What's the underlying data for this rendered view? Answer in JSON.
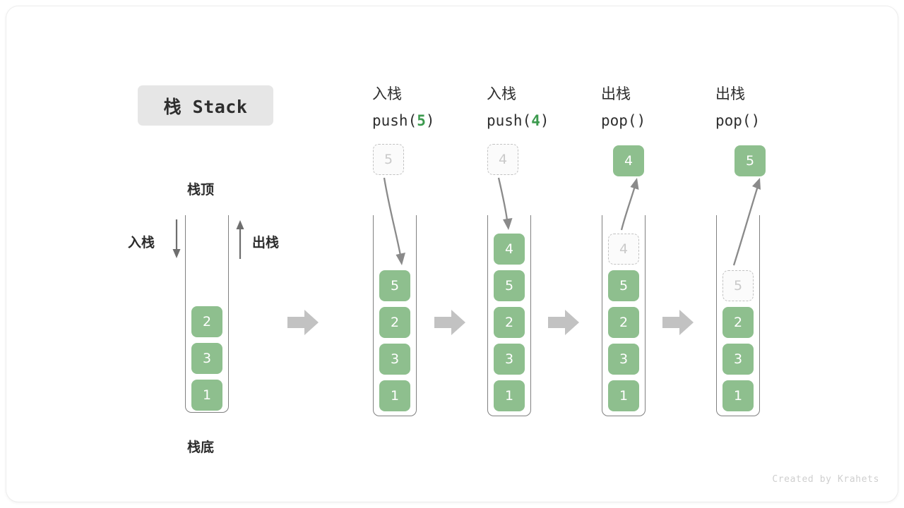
{
  "title": {
    "badge_label": "栈 Stack"
  },
  "legend": {
    "top_label": "栈顶",
    "bottom_label": "栈底",
    "push_label": "入栈",
    "pop_label": "出栈"
  },
  "credit": "Created by Krahets",
  "colors": {
    "cell_fill": "#8ebf8e",
    "cell_text": "#ffffff",
    "ghost_fill": "#fbfbfb",
    "ghost_border": "#c2c2c2",
    "ghost_text": "#c9c9c9",
    "badge_bg": "#e6e6e6",
    "arrow_gray": "#bdbdbd",
    "curve_arrow": "#6e6e6e",
    "accent_green": "#3c9a4e",
    "container_border": "#808080"
  },
  "stages": [
    {
      "id": "initial",
      "op_cn": "",
      "op_code": "",
      "op_code_num": "",
      "floating": null,
      "cells": [
        "2",
        "3",
        "1"
      ],
      "ghost_in_stack": null
    },
    {
      "id": "push-5",
      "op_cn": "入栈",
      "op_code_prefix": "push(",
      "op_code_num": "5",
      "op_code_suffix": ")",
      "floating": {
        "value": "5",
        "style": "ghost"
      },
      "cells": [
        "5",
        "2",
        "3",
        "1"
      ],
      "ghost_in_stack": null
    },
    {
      "id": "push-4",
      "op_cn": "入栈",
      "op_code_prefix": "push(",
      "op_code_num": "4",
      "op_code_suffix": ")",
      "floating": {
        "value": "4",
        "style": "ghost"
      },
      "cells": [
        "4",
        "5",
        "2",
        "3",
        "1"
      ],
      "ghost_in_stack": null
    },
    {
      "id": "pop-1",
      "op_cn": "出栈",
      "op_code_prefix": "pop(",
      "op_code_num": "",
      "op_code_suffix": ")",
      "floating": {
        "value": "4",
        "style": "solid"
      },
      "cells": [
        "5",
        "2",
        "3",
        "1"
      ],
      "ghost_in_stack": {
        "value": "4",
        "slot": 0
      }
    },
    {
      "id": "pop-2",
      "op_cn": "出栈",
      "op_code_prefix": "pop(",
      "op_code_num": "",
      "op_code_suffix": ")",
      "floating": {
        "value": "5",
        "style": "solid"
      },
      "cells": [
        "2",
        "3",
        "1"
      ],
      "ghost_in_stack": {
        "value": "5",
        "slot": 1
      }
    }
  ],
  "stage_arrows": [
    "arrow-1",
    "arrow-2",
    "arrow-3",
    "arrow-4"
  ]
}
